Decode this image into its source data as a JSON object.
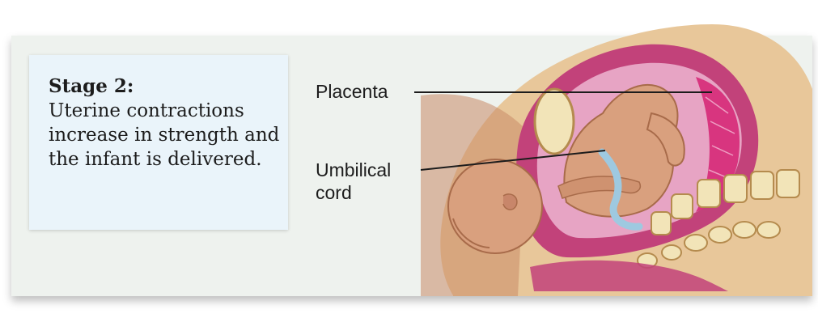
{
  "caption": {
    "title": "Stage 2:",
    "text": "Uterine contractions increase in strength and the infant is delivered."
  },
  "labels": {
    "placenta": "Placenta",
    "umbilical_cord": "Umbilical cord"
  },
  "colors": {
    "panel_background": "#eef2ee",
    "caption_background": "#eaf4fa",
    "uterus_wall": "#c2427a",
    "placenta": "#d8357f",
    "skin": "#d9a07e",
    "umbilical_cord": "#9ec9e0",
    "bone": "#f2e4b8",
    "leader_line": "#1c1c1c"
  }
}
